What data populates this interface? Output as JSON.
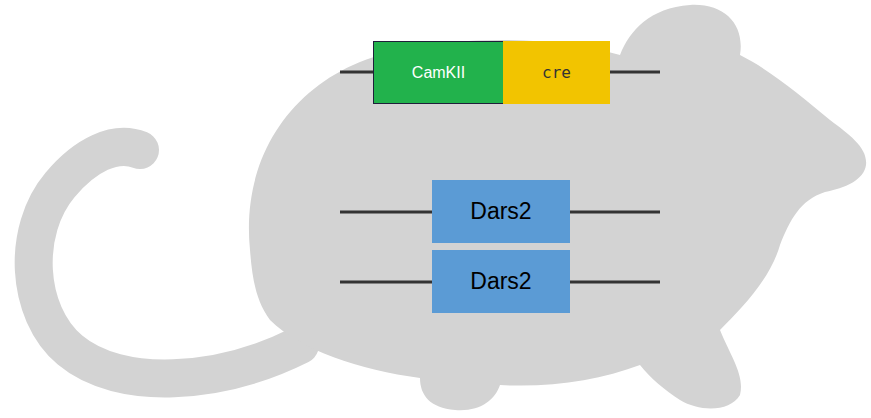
{
  "diagram": {
    "nodes": [
      {
        "text": [
          "CamKII"
        ]
      },
      {
        "text": [
          "cre"
        ]
      },
      {
        "text": [
          "Dars2"
        ]
      },
      {
        "text": [
          "Dars2"
        ]
      }
    ]
  }
}
